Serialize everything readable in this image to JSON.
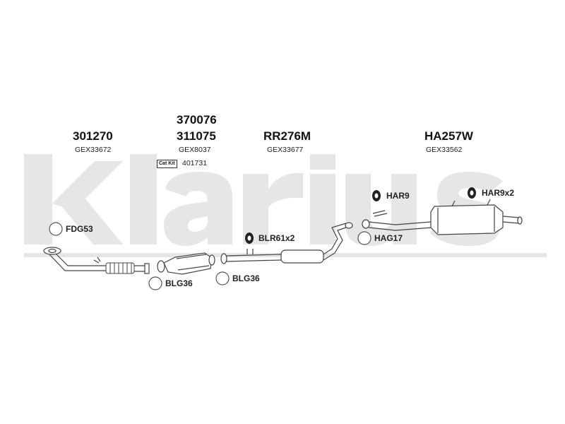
{
  "brand": "Klarius",
  "colors": {
    "watermark": "#e4e4e4",
    "line": "#444444",
    "text": "#111111"
  },
  "headers": [
    {
      "part_number": "301270",
      "ref": "GEX33672"
    },
    {
      "part_number_top": "370076",
      "part_number": "311075",
      "ref": "GEX8037",
      "catkit_label": "Cat Kit",
      "catkit_code": "401731"
    },
    {
      "part_number": "RR276M",
      "ref": "GEX33677"
    },
    {
      "part_number": "HA257W",
      "ref": "GEX33562"
    }
  ],
  "fittings": [
    {
      "code": "FDG53",
      "icon": "gasket-ring-icon"
    },
    {
      "code": "BLG36",
      "icon": "gasket-ring-icon"
    },
    {
      "code": "BLG36",
      "icon": "gasket-ring-icon"
    },
    {
      "code": "BLR61x2",
      "icon": "rubber-mount-icon"
    },
    {
      "code": "HAR9",
      "icon": "rubber-mount-icon"
    },
    {
      "code": "HAG17",
      "icon": "gasket-ring-icon"
    },
    {
      "code": "HAR9x2",
      "icon": "rubber-mount-icon"
    }
  ]
}
